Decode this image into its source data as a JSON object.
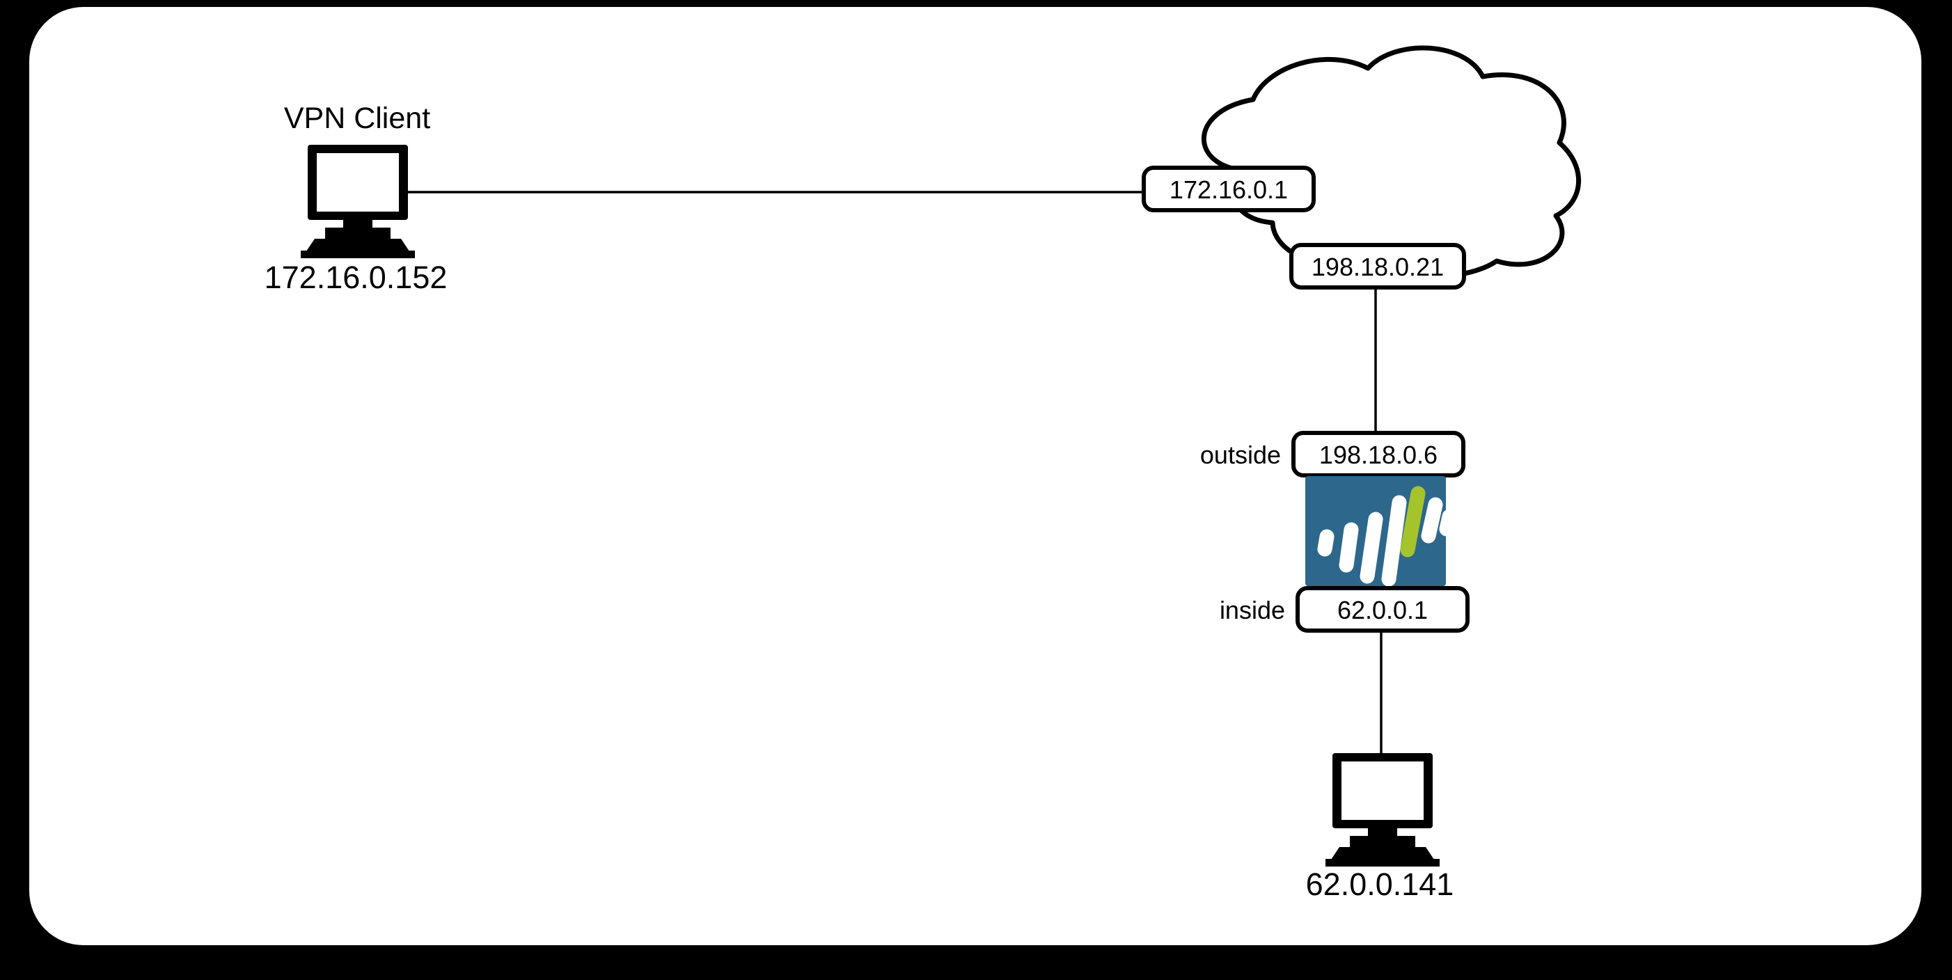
{
  "canvas": {
    "background_color": "#000000",
    "sheet_color": "#ffffff"
  },
  "diagram": {
    "type": "network-topology",
    "nodes": [
      {
        "id": "vpn-client",
        "kind": "workstation",
        "title": "VPN Client",
        "address": "172.16.0.152"
      },
      {
        "id": "internet-cloud",
        "kind": "cloud",
        "title": "",
        "address": ""
      },
      {
        "id": "firewall",
        "kind": "firewall-appliance",
        "title": "",
        "address": ""
      },
      {
        "id": "inside-host",
        "kind": "workstation",
        "title": "",
        "address": "62.0.0.141"
      }
    ],
    "interface_labels": [
      {
        "id": "cloud-left-ip",
        "text": "172.16.0.1",
        "side_label": ""
      },
      {
        "id": "cloud-bottom-ip",
        "text": "198.18.0.21",
        "side_label": ""
      },
      {
        "id": "fw-outside-ip",
        "text": "198.18.0.6",
        "side_label": "outside"
      },
      {
        "id": "fw-inside-ip",
        "text": "62.0.0.1",
        "side_label": "inside"
      }
    ],
    "links": [
      {
        "from": "vpn-client",
        "to": "cloud-left-ip"
      },
      {
        "from": "cloud-bottom-ip",
        "to": "fw-outside-ip"
      },
      {
        "from": "fw-inside-ip",
        "to": "inside-host"
      }
    ]
  },
  "firewall_logo": {
    "background_color": "#2d678c",
    "bar_color": "#ffffff",
    "accent_bar_color": "#a5c42c"
  }
}
